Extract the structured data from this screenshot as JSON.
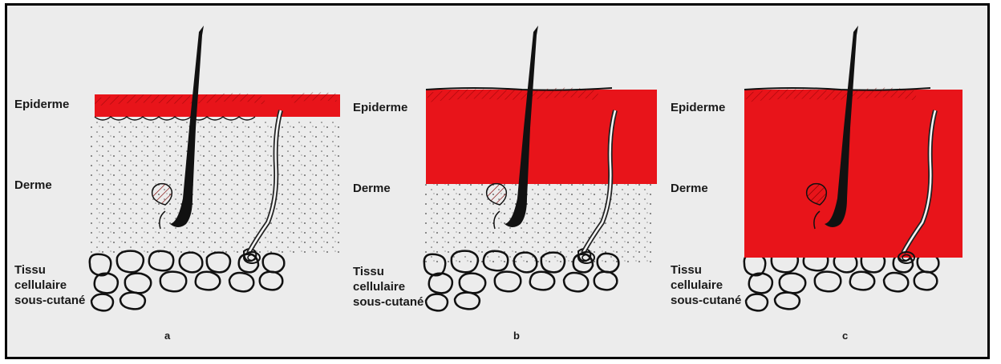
{
  "colors": {
    "highlight": "#e8141a",
    "background": "#ececec",
    "ink": "#111111"
  },
  "labels": {
    "epidermis": "Epiderme",
    "dermis": "Derme",
    "subcutaneous": [
      "Tissu",
      "cellulaire",
      "sous-cutané"
    ]
  },
  "panels": [
    {
      "letter": "a",
      "highlighted_layers": [
        "Epiderme"
      ]
    },
    {
      "letter": "b",
      "highlighted_layers": [
        "Epiderme",
        "Derme (upper)"
      ]
    },
    {
      "letter": "c",
      "highlighted_layers": [
        "Epiderme",
        "Derme"
      ]
    }
  ]
}
